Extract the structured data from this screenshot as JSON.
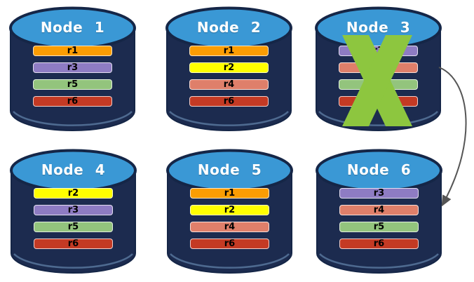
{
  "diagram": {
    "description": "Six database nodes with replica placement; Node 3 is failed and its replicas point to Node 6",
    "nodes": [
      {
        "label": "Node 1",
        "failed": false,
        "replicas": [
          {
            "label": "r1",
            "color": "#FB9D03"
          },
          {
            "label": "r3",
            "color": "#8E7CC3"
          },
          {
            "label": "r5",
            "color": "#93C47D"
          },
          {
            "label": "r6",
            "color": "#C43A24"
          }
        ]
      },
      {
        "label": "Node 2",
        "failed": false,
        "replicas": [
          {
            "label": "r1",
            "color": "#FB9D03"
          },
          {
            "label": "r2",
            "color": "#FFFF00"
          },
          {
            "label": "r4",
            "color": "#DF7F6A"
          },
          {
            "label": "r6",
            "color": "#C43A24"
          }
        ]
      },
      {
        "label": "Node 3",
        "failed": true,
        "replicas": [
          {
            "label": "r3",
            "color": "#8E7CC3"
          },
          {
            "label": "r4",
            "color": "#DF7F6A"
          },
          {
            "label": "r5",
            "color": "#93C47D"
          },
          {
            "label": "r6",
            "color": "#C43A24"
          }
        ]
      },
      {
        "label": "Node 4",
        "failed": false,
        "replicas": [
          {
            "label": "r2",
            "color": "#FFFF00"
          },
          {
            "label": "r3",
            "color": "#8E7CC3"
          },
          {
            "label": "r5",
            "color": "#93C47D"
          },
          {
            "label": "r6",
            "color": "#C43A24"
          }
        ]
      },
      {
        "label": "Node 5",
        "failed": false,
        "replicas": [
          {
            "label": "r1",
            "color": "#FB9D03"
          },
          {
            "label": "r2",
            "color": "#FFFF00"
          },
          {
            "label": "r4",
            "color": "#DF7F6A"
          },
          {
            "label": "r6",
            "color": "#C43A24"
          }
        ]
      },
      {
        "label": "Node 6",
        "failed": false,
        "replicas": [
          {
            "label": "r3",
            "color": "#8E7CC3"
          },
          {
            "label": "r4",
            "color": "#DF7F6A"
          },
          {
            "label": "r5",
            "color": "#93C47D"
          },
          {
            "label": "r6",
            "color": "#C43A24"
          }
        ]
      }
    ],
    "failure_marker": {
      "on_node": "Node 3",
      "shape": "x-mark",
      "color": "#8DC63F"
    },
    "arrow": {
      "from": "Node 3",
      "to": "Node 6",
      "color": "#555555"
    },
    "cylinder": {
      "body_color": "#1C2B4F",
      "top_color": "#3A98D5",
      "outline_color": "#152647",
      "title_color": "#FFFFFF"
    }
  }
}
